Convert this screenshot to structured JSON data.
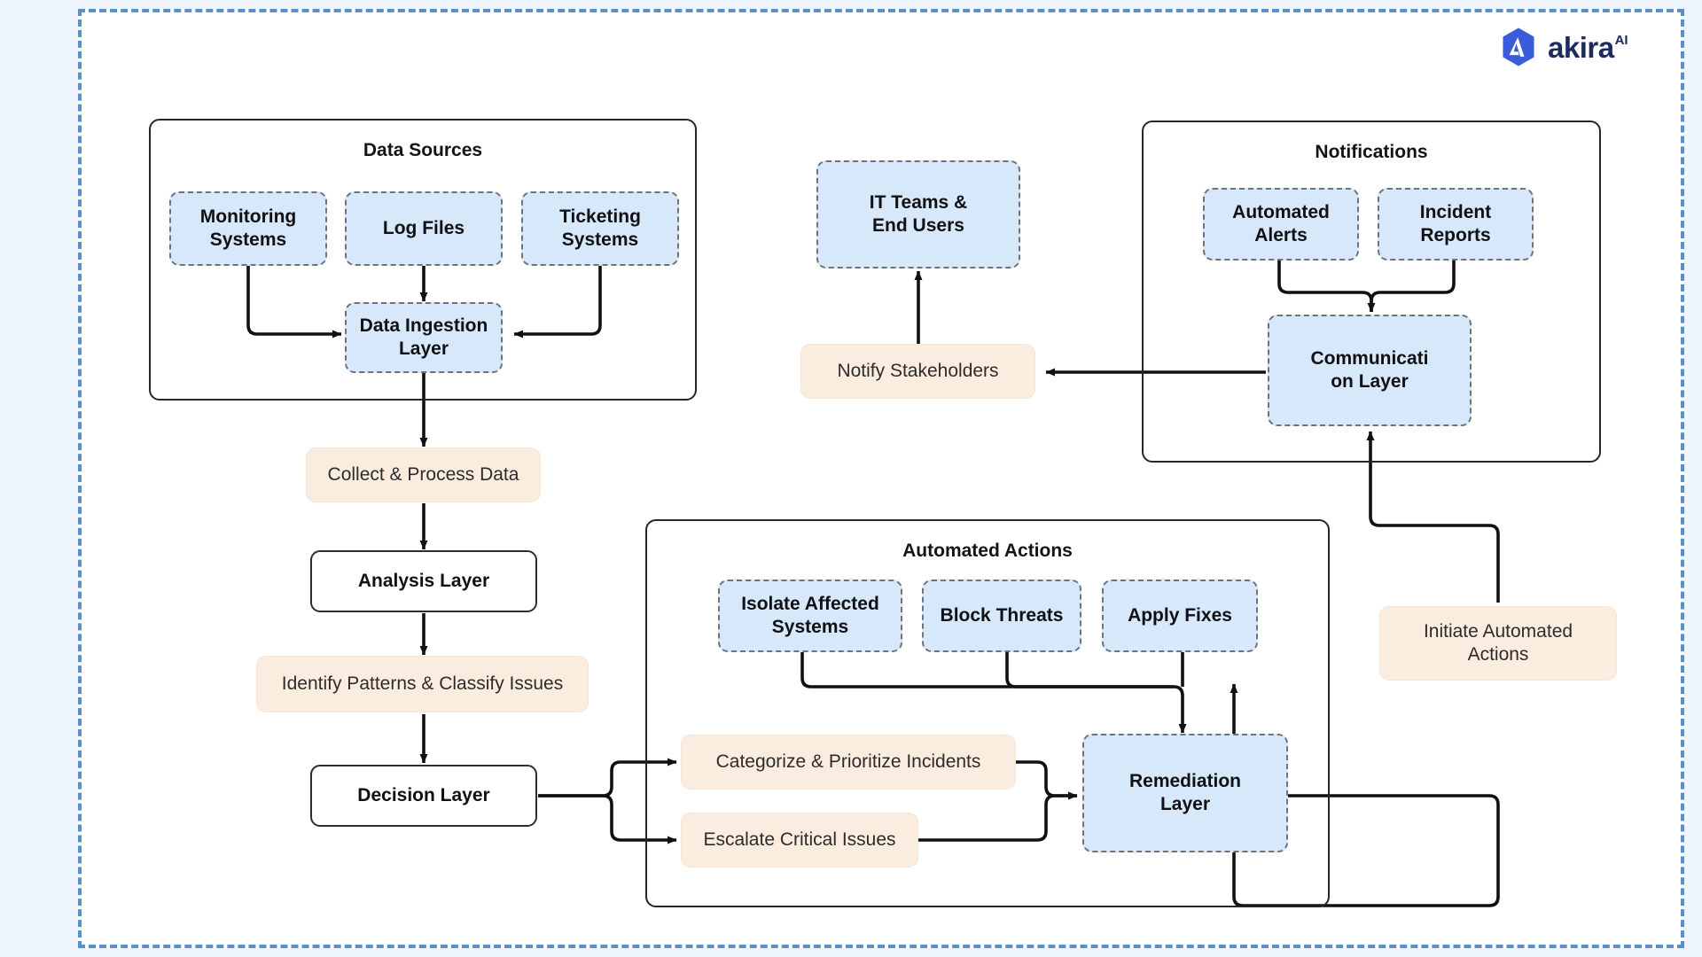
{
  "brand": {
    "name": "akira",
    "superscript": "AI",
    "logo_icon": "akira-hexagon-logo",
    "color": "#1c2a5e",
    "hex_color": "#3b5bdb"
  },
  "canvas": {
    "background": "#ffffff",
    "page_background": "#eef5fc",
    "border_color": "#5b8fc9",
    "border_style": "dashed"
  },
  "palette": {
    "blue_fill": "#d6e8fa",
    "blue_border": "#6f7278",
    "peach_fill": "#fbece0",
    "white_fill": "#ffffff",
    "dark_border": "#2c2c31",
    "connector": "#111115"
  },
  "groups": [
    {
      "id": "data-sources",
      "title": "Data Sources"
    },
    {
      "id": "notifications",
      "title": "Notifications"
    },
    {
      "id": "automated-actions",
      "title": "Automated Actions"
    }
  ],
  "nodes": {
    "monitoring_systems": "Monitoring\nSystems",
    "log_files": "Log Files",
    "ticketing_systems": "Ticketing\nSystems",
    "data_ingestion_layer": "Data Ingestion\nLayer",
    "collect_process_data": "Collect & Process Data",
    "analysis_layer": "Analysis Layer",
    "identify_patterns": "Identify Patterns & Classify Issues",
    "decision_layer": "Decision Layer",
    "categorize_prioritize": "Categorize & Prioritize Incidents",
    "escalate_critical": "Escalate Critical Issues",
    "isolate_affected_systems": "Isolate Affected\nSystems",
    "block_threats": "Block Threats",
    "apply_fixes": "Apply Fixes",
    "remediation_layer": "Remediation\nLayer",
    "initiate_automated_actions": "Initiate Automated\nActions",
    "automated_alerts": "Automated\nAlerts",
    "incident_reports": "Incident\nReports",
    "communication_layer": "Communicati\non Layer",
    "notify_stakeholders": "Notify Stakeholders",
    "it_teams_end_users": "IT Teams &\nEnd Users"
  },
  "edges": [
    {
      "from": "monitoring_systems",
      "to": "data_ingestion_layer"
    },
    {
      "from": "log_files",
      "to": "data_ingestion_layer"
    },
    {
      "from": "ticketing_systems",
      "to": "data_ingestion_layer"
    },
    {
      "from": "data_ingestion_layer",
      "to": "collect_process_data"
    },
    {
      "from": "collect_process_data",
      "to": "analysis_layer"
    },
    {
      "from": "analysis_layer",
      "to": "identify_patterns"
    },
    {
      "from": "identify_patterns",
      "to": "decision_layer"
    },
    {
      "from": "decision_layer",
      "to": "categorize_prioritize"
    },
    {
      "from": "decision_layer",
      "to": "escalate_critical"
    },
    {
      "from": "categorize_prioritize",
      "to": "remediation_layer"
    },
    {
      "from": "escalate_critical",
      "to": "remediation_layer"
    },
    {
      "from": "isolate_affected_systems",
      "to": "remediation_layer"
    },
    {
      "from": "block_threats",
      "to": "remediation_layer"
    },
    {
      "from": "apply_fixes",
      "to": "remediation_layer"
    },
    {
      "from": "remediation_layer",
      "to": "initiate_automated_actions"
    },
    {
      "from": "initiate_automated_actions",
      "to": "communication_layer"
    },
    {
      "from": "automated_alerts",
      "to": "communication_layer"
    },
    {
      "from": "incident_reports",
      "to": "communication_layer"
    },
    {
      "from": "communication_layer",
      "to": "notify_stakeholders"
    },
    {
      "from": "notify_stakeholders",
      "to": "it_teams_end_users"
    }
  ]
}
